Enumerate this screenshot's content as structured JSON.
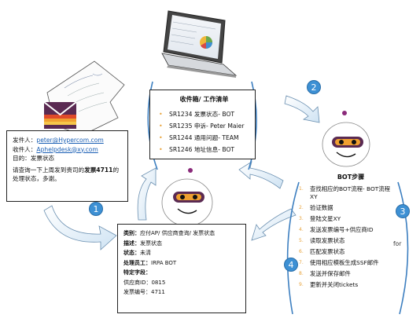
{
  "email": {
    "from_label": "发件人：",
    "from_value": "peter@Hypercom.com",
    "to_label": "收件人：",
    "to_value": "Aphelpdesk@xy.com",
    "subject_label": "目的：",
    "subject_value": "发票状态",
    "body_pre": "请查询一下上周发到贵司的",
    "body_bold": "发票4711",
    "body_post": "的处理状态，多谢。"
  },
  "inbox": {
    "title": "收件箱/ 工作清单",
    "items": [
      "SR1234 发票状态- BOT",
      "SR1235 申诉- Peter Maier",
      "SR1244 通用问题- TEAM",
      "SR1246 地址信息- BOT"
    ]
  },
  "ticket": {
    "category_label": "类别：",
    "category_value": "应付AP/ 供应商查询/ 发票状态",
    "desc_label": "描述：",
    "desc_value": "发票状态",
    "status_label": "状态：",
    "status_value": "未清",
    "handler_label": "处理员工：",
    "handler_value": "IRPA BOT",
    "fields_label": "特定字段：",
    "vendor_label": "供应商ID：",
    "vendor_value": "0815",
    "invoice_label": "发票编号：",
    "invoice_value": "4711"
  },
  "bot": {
    "title": "BOT步骤",
    "steps": [
      {
        "n": "1.",
        "text": "查找相应的BOT流程- BOT流程XY"
      },
      {
        "n": "2.",
        "text": "验证数据"
      },
      {
        "n": "3.",
        "text": "登陆文星XY"
      },
      {
        "n": "4.",
        "text": "发送发票编号+供应商ID"
      },
      {
        "n": "5.",
        "text": "读取发票状态"
      },
      {
        "n": "6.",
        "text": "匹配发票状态"
      },
      {
        "n": "7.",
        "text": "使用相应模板生成SSF邮件"
      },
      {
        "n": "8.",
        "text": "发送并保存邮件"
      },
      {
        "n": "9.",
        "text": "更新并关闭tickets"
      }
    ]
  },
  "badges": [
    "1",
    "2",
    "3",
    "4"
  ],
  "for_text": "for",
  "colors": {
    "accent_blue": "#3d90d4",
    "bullet_orange": "#e8a33a",
    "link_blue": "#1a5fb4"
  },
  "icons": [
    "email-envelope-icon",
    "paper-letter-icon",
    "laptop-icon",
    "bot-face-icon",
    "flow-arrow-icon"
  ]
}
